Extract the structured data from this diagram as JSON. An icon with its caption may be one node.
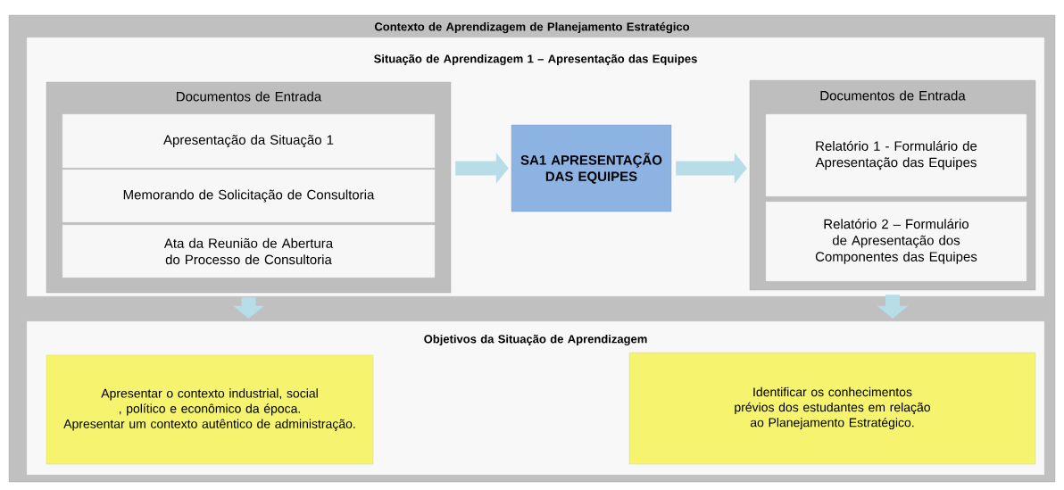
{
  "diagram": {
    "nodes": [
      {
        "text": [
          "Contexto de Aprendizagem de Planejamento Estratégico"
        ]
      },
      {
        "text": [
          "Situação de Aprendizagem 1 – Apresentação das Equipes"
        ],
        "in": 0
      },
      {
        "text": [
          "Documentos de Entrada"
        ],
        "in": 1
      },
      {
        "text": [
          "Apresentação da Situação 1"
        ],
        "in": 2
      },
      {
        "text": [
          "Memorando de Solicitação de Consultoria"
        ],
        "in": 2
      },
      {
        "text": [
          "Ata da Reunião de Abertura do Processo de Consultoria"
        ],
        "in": 2
      },
      {
        "text": [
          "SA1 APRESENTAÇÃO DAS EQUIPES"
        ],
        "in": 1
      },
      {
        "text": [
          "Documentos de Entrada"
        ],
        "in": 1
      },
      {
        "text": [
          "Relatório 1 -  Formulário de Apresentação das Equipes"
        ],
        "in": 7
      },
      {
        "text": [
          "Relatório 2 – Formulário de Apresentação dos Componentes das Equipes"
        ],
        "in": 7
      },
      {
        "text": [
          "Objetivos da Situação de Aprendizagem"
        ],
        "in": 0
      },
      {
        "text": [
          "Apresentar o contexto industrial, social , político e econômico da época.",
          "Apresentar um contexto autêntico de administração."
        ],
        "in": 10
      },
      {
        "text": [
          "Identificar os conhecimentos prévios dos estudantes em relação ao Planejamento Estratégico."
        ],
        "in": 10
      }
    ],
    "edges": [
      {
        "from": 2,
        "to": 6,
        "arrow": "to"
      },
      {
        "from": 6,
        "to": 7,
        "arrow": "to"
      },
      {
        "from": 2,
        "to": 10,
        "arrow": "to"
      },
      {
        "from": 7,
        "to": 10,
        "arrow": "to"
      }
    ]
  }
}
